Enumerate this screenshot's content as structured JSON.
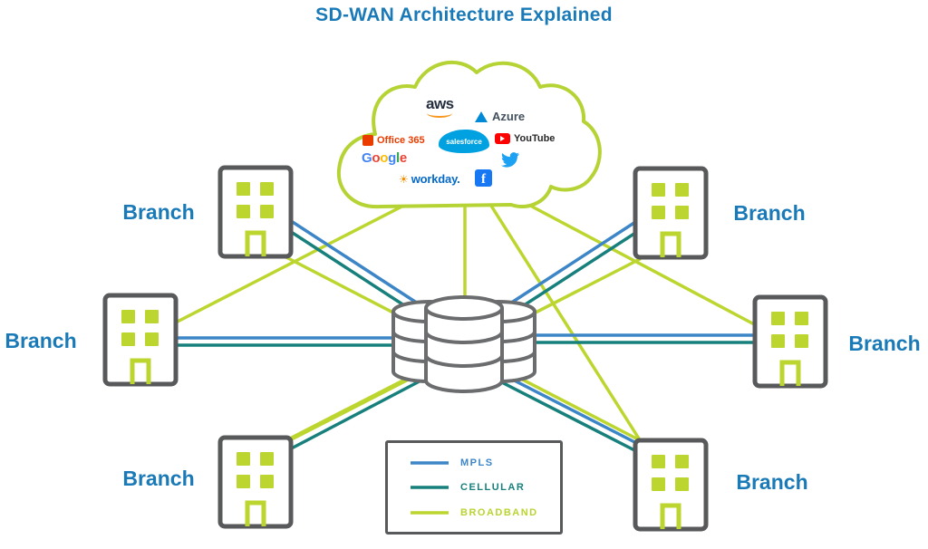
{
  "title": "SD-WAN Architecture Explained",
  "colors": {
    "mpls": "#3c86c8",
    "cellular": "#17807c",
    "broadband": "#bdd62f",
    "building_outline": "#58595b",
    "database_outline": "#6b6c6e",
    "cloud_outline": "#b5d334",
    "label_blue": "#1a7ab8"
  },
  "branches": [
    {
      "id": "top-left",
      "label": "Branch"
    },
    {
      "id": "top-right",
      "label": "Branch"
    },
    {
      "id": "middle-left",
      "label": "Branch"
    },
    {
      "id": "middle-right",
      "label": "Branch"
    },
    {
      "id": "bottom-left",
      "label": "Branch"
    },
    {
      "id": "bottom-right",
      "label": "Branch"
    }
  ],
  "cloud": {
    "logos": [
      {
        "name": "aws",
        "text": "aws"
      },
      {
        "name": "azure",
        "text": "Azure"
      },
      {
        "name": "office365",
        "text": "Office 365"
      },
      {
        "name": "salesforce",
        "text": "salesforce"
      },
      {
        "name": "youtube",
        "text": "YouTube"
      },
      {
        "name": "google",
        "letters": [
          "G",
          "o",
          "o",
          "g",
          "l",
          "e"
        ]
      },
      {
        "name": "twitter"
      },
      {
        "name": "workday",
        "text": "workday.",
        "icon": "☀"
      },
      {
        "name": "facebook",
        "text": "f"
      }
    ]
  },
  "legend": {
    "items": [
      {
        "label": "MPLS",
        "color": "#3c86c8"
      },
      {
        "label": "CELLULAR",
        "color": "#17807c"
      },
      {
        "label": "BROADBAND",
        "color": "#bdd62f"
      }
    ]
  },
  "connections": [
    {
      "from": "branch-top-left",
      "to": "datacenter",
      "types": [
        "mpls",
        "cellular"
      ]
    },
    {
      "from": "branch-top-right",
      "to": "datacenter",
      "types": [
        "mpls",
        "cellular"
      ]
    },
    {
      "from": "branch-middle-left",
      "to": "datacenter",
      "types": [
        "mpls",
        "cellular"
      ]
    },
    {
      "from": "branch-middle-right",
      "to": "datacenter",
      "types": [
        "mpls",
        "cellular"
      ]
    },
    {
      "from": "branch-bottom-left",
      "to": "datacenter",
      "types": [
        "cellular",
        "broadband"
      ]
    },
    {
      "from": "branch-bottom-right",
      "to": "datacenter",
      "types": [
        "mpls",
        "cellular"
      ]
    },
    {
      "from": "cloud",
      "to": "branch-middle-left",
      "types": [
        "broadband"
      ]
    },
    {
      "from": "cloud",
      "to": "datacenter",
      "types": [
        "broadband"
      ]
    },
    {
      "from": "cloud",
      "to": "branch-middle-right",
      "types": [
        "broadband"
      ]
    },
    {
      "from": "cloud",
      "to": "branch-bottom-right",
      "types": [
        "broadband"
      ]
    },
    {
      "from": "branch-bottom-left",
      "to": "branch-top-right",
      "types": [
        "broadband"
      ]
    },
    {
      "from": "branch-top-left",
      "to": "branch-bottom-right",
      "types": [
        "broadband"
      ]
    }
  ]
}
